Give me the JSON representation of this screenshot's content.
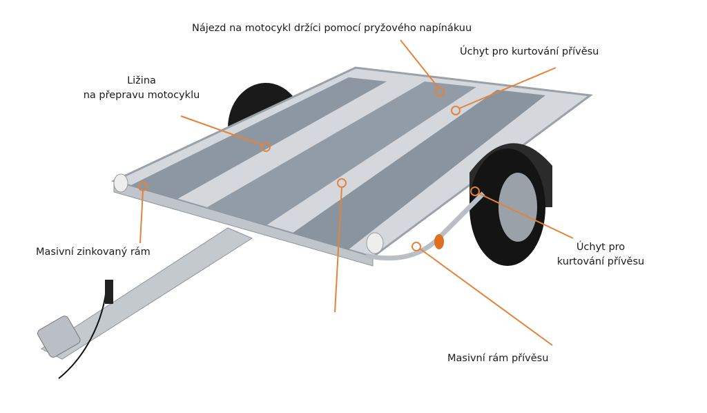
{
  "labels": {
    "ramp": "Nájezd na motocykl držíci pomocí pryžového napínákuu",
    "tie_down_top": "Úchyt pro kurtování přívěsu",
    "rail_line1": "Ližina",
    "rail_line2": "na přepravu motocyklu",
    "galvanized_frame": "Masivní zinkovaný rám",
    "tie_down_right_line1": "Úchyt pro",
    "tie_down_right_line2": "kurtování přívěsu",
    "trailer_frame": "Masivní rám přívěsu"
  },
  "colors": {
    "accent": "#e5823a",
    "rail": "#8f9aa6",
    "frame": "#c9ced3",
    "tire": "#151515"
  }
}
